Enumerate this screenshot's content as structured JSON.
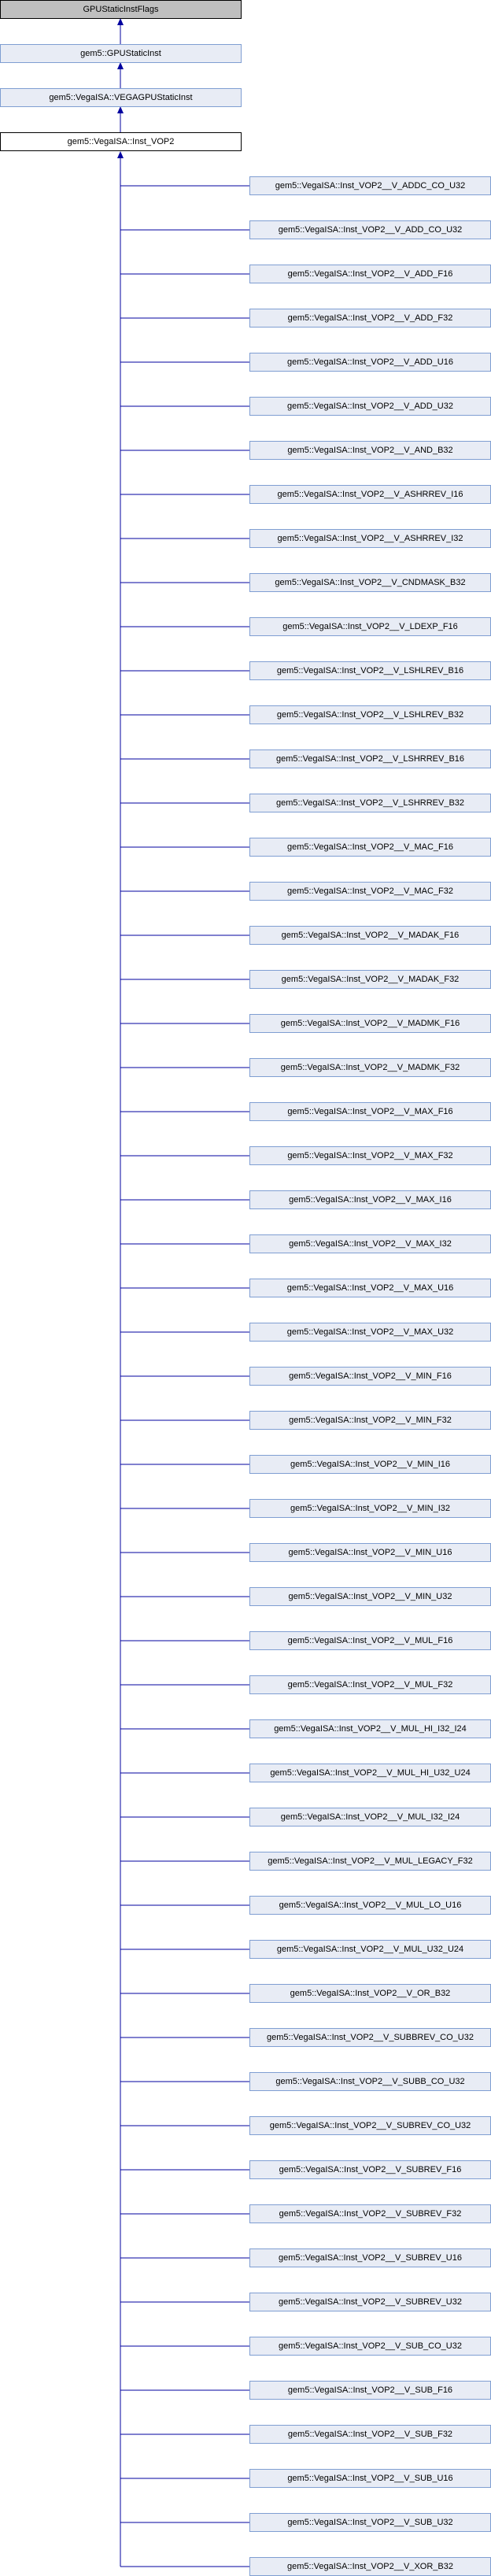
{
  "diagram": {
    "ancestors": [
      {
        "label": "GPUStaticInstFlags",
        "kind": "flags"
      },
      {
        "label": "gem5::GPUStaticInst",
        "kind": "ancestor"
      },
      {
        "label": "gem5::VegaISA::VEGAGPUStaticInst",
        "kind": "ancestor"
      },
      {
        "label": "gem5::VegaISA::Inst_VOP2",
        "kind": "current"
      }
    ],
    "children": [
      "gem5::VegaISA::Inst_VOP2__V_ADDC_CO_U32",
      "gem5::VegaISA::Inst_VOP2__V_ADD_CO_U32",
      "gem5::VegaISA::Inst_VOP2__V_ADD_F16",
      "gem5::VegaISA::Inst_VOP2__V_ADD_F32",
      "gem5::VegaISA::Inst_VOP2__V_ADD_U16",
      "gem5::VegaISA::Inst_VOP2__V_ADD_U32",
      "gem5::VegaISA::Inst_VOP2__V_AND_B32",
      "gem5::VegaISA::Inst_VOP2__V_ASHRREV_I16",
      "gem5::VegaISA::Inst_VOP2__V_ASHRREV_I32",
      "gem5::VegaISA::Inst_VOP2__V_CNDMASK_B32",
      "gem5::VegaISA::Inst_VOP2__V_LDEXP_F16",
      "gem5::VegaISA::Inst_VOP2__V_LSHLREV_B16",
      "gem5::VegaISA::Inst_VOP2__V_LSHLREV_B32",
      "gem5::VegaISA::Inst_VOP2__V_LSHRREV_B16",
      "gem5::VegaISA::Inst_VOP2__V_LSHRREV_B32",
      "gem5::VegaISA::Inst_VOP2__V_MAC_F16",
      "gem5::VegaISA::Inst_VOP2__V_MAC_F32",
      "gem5::VegaISA::Inst_VOP2__V_MADAK_F16",
      "gem5::VegaISA::Inst_VOP2__V_MADAK_F32",
      "gem5::VegaISA::Inst_VOP2__V_MADMK_F16",
      "gem5::VegaISA::Inst_VOP2__V_MADMK_F32",
      "gem5::VegaISA::Inst_VOP2__V_MAX_F16",
      "gem5::VegaISA::Inst_VOP2__V_MAX_F32",
      "gem5::VegaISA::Inst_VOP2__V_MAX_I16",
      "gem5::VegaISA::Inst_VOP2__V_MAX_I32",
      "gem5::VegaISA::Inst_VOP2__V_MAX_U16",
      "gem5::VegaISA::Inst_VOP2__V_MAX_U32",
      "gem5::VegaISA::Inst_VOP2__V_MIN_F16",
      "gem5::VegaISA::Inst_VOP2__V_MIN_F32",
      "gem5::VegaISA::Inst_VOP2__V_MIN_I16",
      "gem5::VegaISA::Inst_VOP2__V_MIN_I32",
      "gem5::VegaISA::Inst_VOP2__V_MIN_U16",
      "gem5::VegaISA::Inst_VOP2__V_MIN_U32",
      "gem5::VegaISA::Inst_VOP2__V_MUL_F16",
      "gem5::VegaISA::Inst_VOP2__V_MUL_F32",
      "gem5::VegaISA::Inst_VOP2__V_MUL_HI_I32_I24",
      "gem5::VegaISA::Inst_VOP2__V_MUL_HI_U32_U24",
      "gem5::VegaISA::Inst_VOP2__V_MUL_I32_I24",
      "gem5::VegaISA::Inst_VOP2__V_MUL_LEGACY_F32",
      "gem5::VegaISA::Inst_VOP2__V_MUL_LO_U16",
      "gem5::VegaISA::Inst_VOP2__V_MUL_U32_U24",
      "gem5::VegaISA::Inst_VOP2__V_OR_B32",
      "gem5::VegaISA::Inst_VOP2__V_SUBBREV_CO_U32",
      "gem5::VegaISA::Inst_VOP2__V_SUBB_CO_U32",
      "gem5::VegaISA::Inst_VOP2__V_SUBREV_CO_U32",
      "gem5::VegaISA::Inst_VOP2__V_SUBREV_F16",
      "gem5::VegaISA::Inst_VOP2__V_SUBREV_F32",
      "gem5::VegaISA::Inst_VOP2__V_SUBREV_U16",
      "gem5::VegaISA::Inst_VOP2__V_SUBREV_U32",
      "gem5::VegaISA::Inst_VOP2__V_SUB_CO_U32",
      "gem5::VegaISA::Inst_VOP2__V_SUB_F16",
      "gem5::VegaISA::Inst_VOP2__V_SUB_F32",
      "gem5::VegaISA::Inst_VOP2__V_SUB_U16",
      "gem5::VegaISA::Inst_VOP2__V_SUB_U32",
      "gem5::VegaISA::Inst_VOP2__V_XOR_B32"
    ],
    "colors": {
      "edge": "#00009f",
      "node_fill": "#e8ecf5",
      "node_border": "#7f9ed2",
      "root_fill": "#bfbfbf"
    }
  }
}
